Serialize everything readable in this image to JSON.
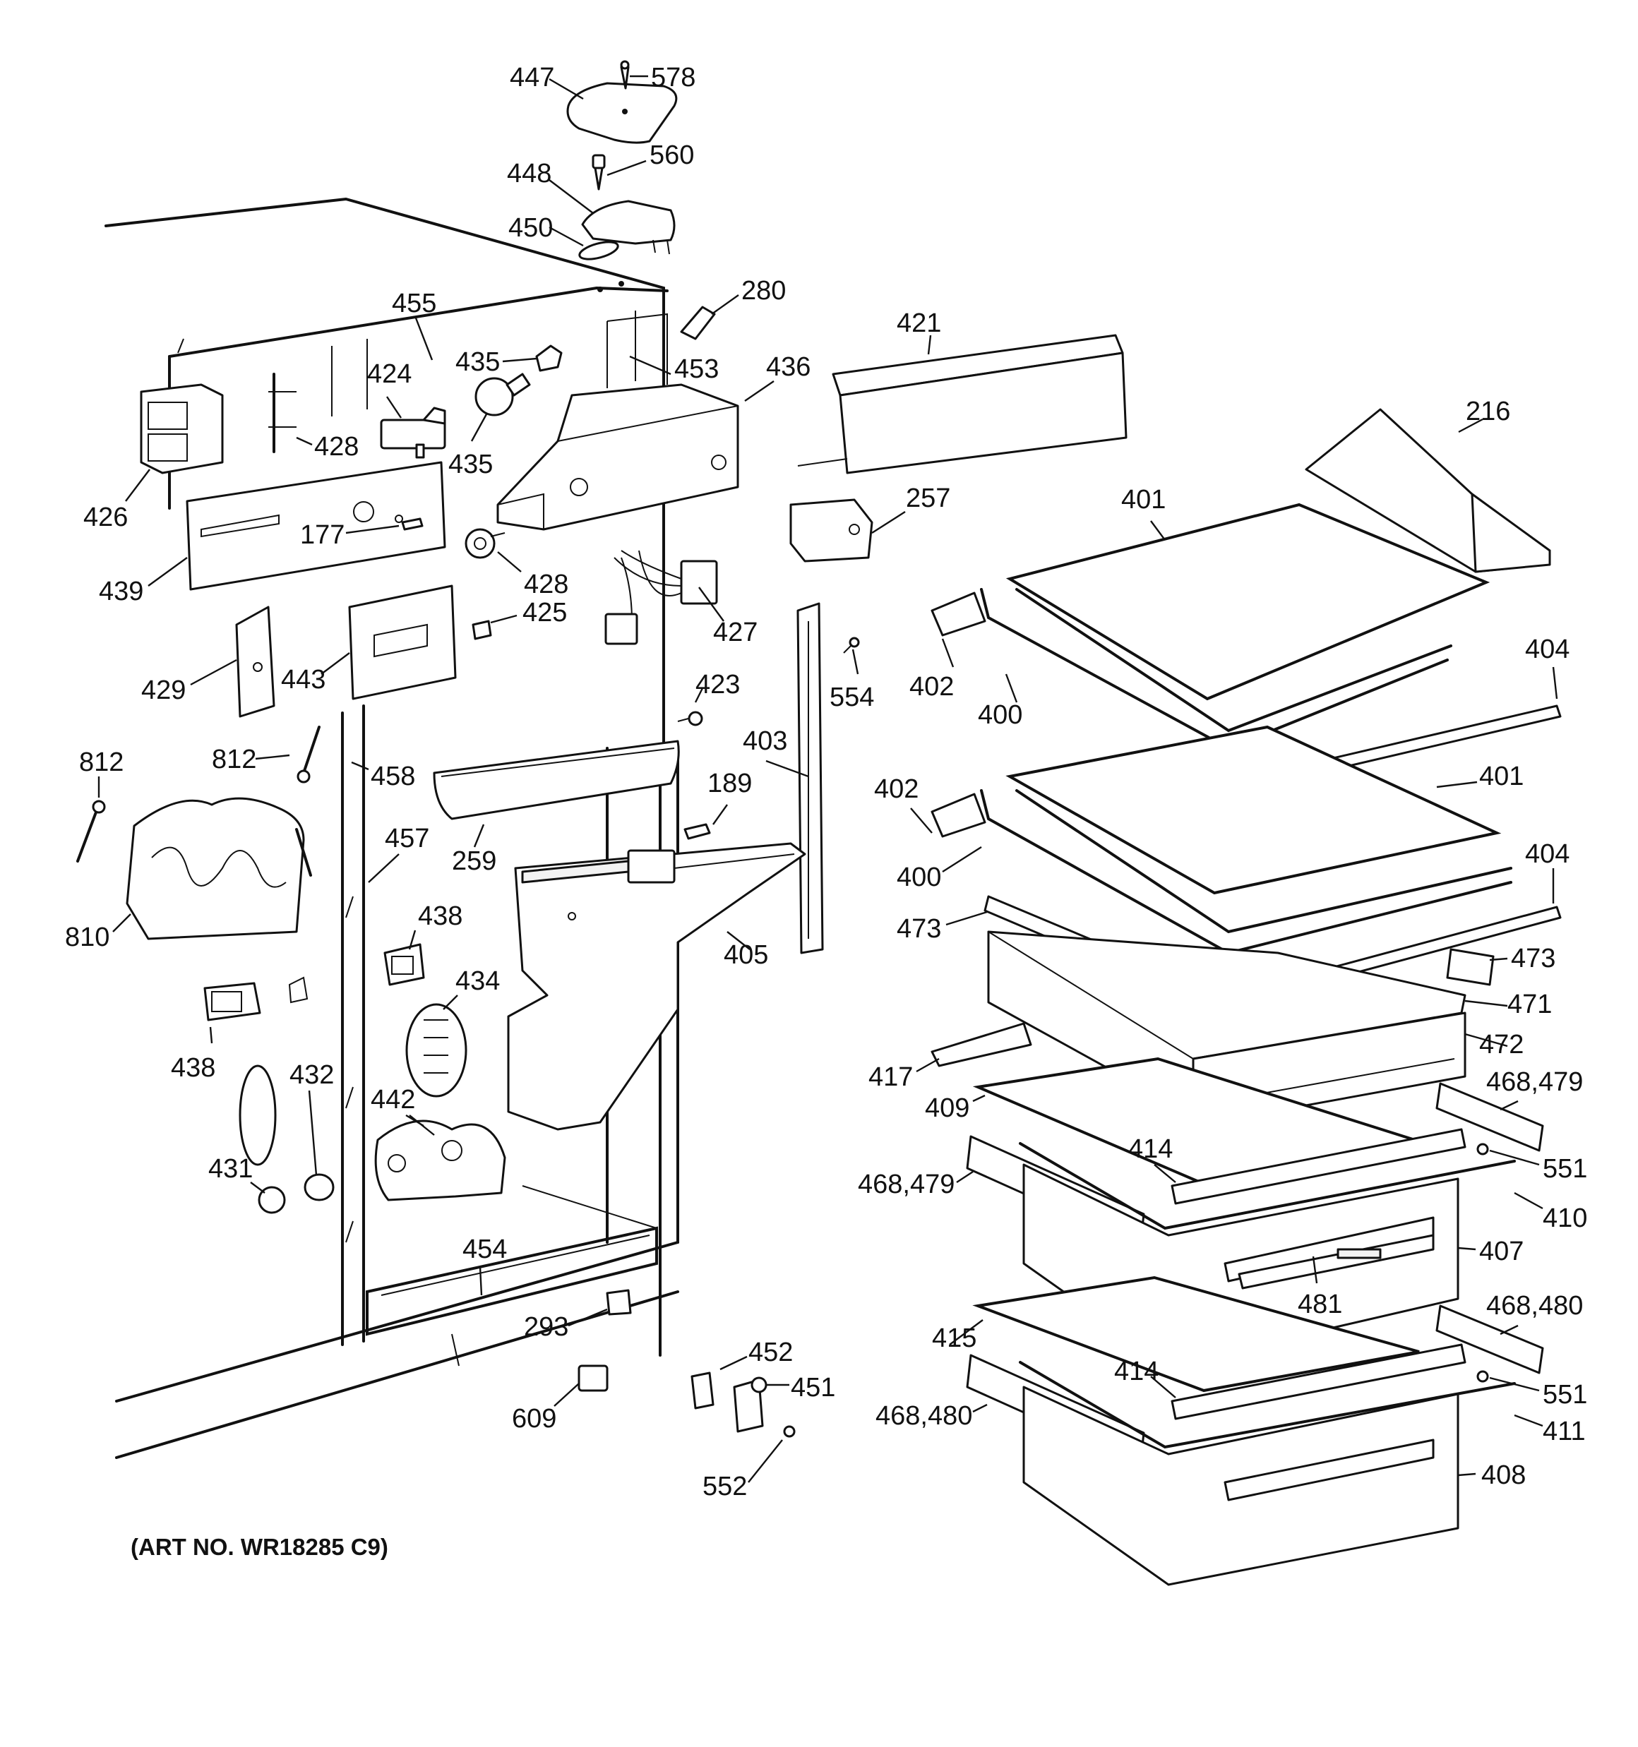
{
  "diagram": {
    "art_number": "(ART NO. WR18285 C9)",
    "callouts": [
      {
        "id": "c447",
        "text": "447"
      },
      {
        "id": "c578",
        "text": "578"
      },
      {
        "id": "c560",
        "text": "560"
      },
      {
        "id": "c448",
        "text": "448"
      },
      {
        "id": "c450",
        "text": "450"
      },
      {
        "id": "c280",
        "text": "280"
      },
      {
        "id": "c455",
        "text": "455"
      },
      {
        "id": "c435a",
        "text": "435"
      },
      {
        "id": "c453",
        "text": "453"
      },
      {
        "id": "c436",
        "text": "436"
      },
      {
        "id": "c421",
        "text": "421"
      },
      {
        "id": "c424",
        "text": "424"
      },
      {
        "id": "c428a",
        "text": "428"
      },
      {
        "id": "c435b",
        "text": "435"
      },
      {
        "id": "c216",
        "text": "216"
      },
      {
        "id": "c426",
        "text": "426"
      },
      {
        "id": "c177",
        "text": "177"
      },
      {
        "id": "c257",
        "text": "257"
      },
      {
        "id": "c401a",
        "text": "401"
      },
      {
        "id": "c439",
        "text": "439"
      },
      {
        "id": "c428b",
        "text": "428"
      },
      {
        "id": "c425",
        "text": "425"
      },
      {
        "id": "c427",
        "text": "427"
      },
      {
        "id": "c429",
        "text": "429"
      },
      {
        "id": "c443",
        "text": "443"
      },
      {
        "id": "c423",
        "text": "423"
      },
      {
        "id": "c554",
        "text": "554"
      },
      {
        "id": "c402a",
        "text": "402"
      },
      {
        "id": "c400a",
        "text": "400"
      },
      {
        "id": "c404a",
        "text": "404"
      },
      {
        "id": "c812a",
        "text": "812"
      },
      {
        "id": "c812b",
        "text": "812"
      },
      {
        "id": "c458",
        "text": "458"
      },
      {
        "id": "c403",
        "text": "403"
      },
      {
        "id": "c189",
        "text": "189"
      },
      {
        "id": "c402b",
        "text": "402"
      },
      {
        "id": "c401b",
        "text": "401"
      },
      {
        "id": "c457",
        "text": "457"
      },
      {
        "id": "c259",
        "text": "259"
      },
      {
        "id": "c400b",
        "text": "400"
      },
      {
        "id": "c404b",
        "text": "404"
      },
      {
        "id": "c810",
        "text": "810"
      },
      {
        "id": "c438a",
        "text": "438"
      },
      {
        "id": "c473a",
        "text": "473"
      },
      {
        "id": "c405",
        "text": "405"
      },
      {
        "id": "c473b",
        "text": "473"
      },
      {
        "id": "c434",
        "text": "434"
      },
      {
        "id": "c471",
        "text": "471"
      },
      {
        "id": "c438b",
        "text": "438"
      },
      {
        "id": "c432",
        "text": "432"
      },
      {
        "id": "c472",
        "text": "472"
      },
      {
        "id": "c417",
        "text": "417"
      },
      {
        "id": "c468479a",
        "text": "468,479"
      },
      {
        "id": "c442",
        "text": "442"
      },
      {
        "id": "c409",
        "text": "409"
      },
      {
        "id": "c414a",
        "text": "414"
      },
      {
        "id": "c431",
        "text": "431"
      },
      {
        "id": "c551a",
        "text": "551"
      },
      {
        "id": "c468479b",
        "text": "468,479"
      },
      {
        "id": "c410",
        "text": "410"
      },
      {
        "id": "c454",
        "text": "454"
      },
      {
        "id": "c407",
        "text": "407"
      },
      {
        "id": "c293",
        "text": "293"
      },
      {
        "id": "c481",
        "text": "481"
      },
      {
        "id": "c468480a",
        "text": "468,480"
      },
      {
        "id": "c415",
        "text": "415"
      },
      {
        "id": "c452",
        "text": "452"
      },
      {
        "id": "c414b",
        "text": "414"
      },
      {
        "id": "c451",
        "text": "451"
      },
      {
        "id": "c551b",
        "text": "551"
      },
      {
        "id": "c609",
        "text": "609"
      },
      {
        "id": "c468480b",
        "text": "468,480"
      },
      {
        "id": "c411",
        "text": "411"
      },
      {
        "id": "c552",
        "text": "552"
      },
      {
        "id": "c408",
        "text": "408"
      }
    ]
  }
}
